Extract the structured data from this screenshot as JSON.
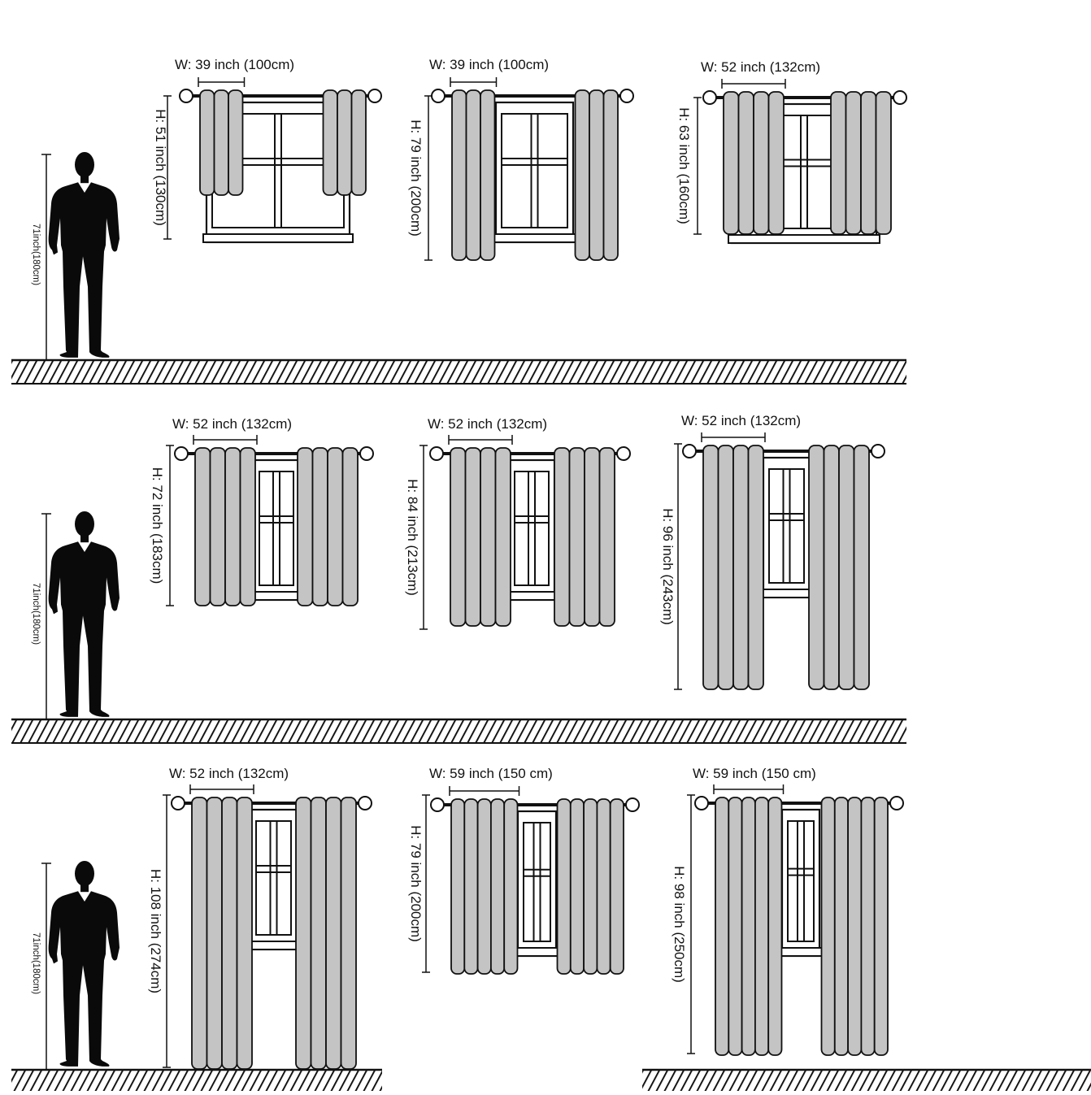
{
  "rows": [
    {
      "person_label": "71inch(180cm)",
      "items": [
        {
          "width_label": "W: 39 inch (100cm)",
          "height_label": "H: 51 inch (130cm)",
          "panels": 3
        },
        {
          "width_label": "W: 39 inch (100cm)",
          "height_label": "H: 79 inch (200cm)",
          "panels": 3
        },
        {
          "width_label": "W: 52 inch (132cm)",
          "height_label": "H: 63 inch (160cm)",
          "panels": 4
        }
      ]
    },
    {
      "person_label": "71inch(180cm)",
      "items": [
        {
          "width_label": "W: 52 inch (132cm)",
          "height_label": "H: 72 inch (183cm)",
          "panels": 4
        },
        {
          "width_label": "W: 52 inch (132cm)",
          "height_label": "H: 84 inch (213cm)",
          "panels": 4
        },
        {
          "width_label": "W: 52 inch (132cm)",
          "height_label": "H: 96 inch (243cm)",
          "panels": 4
        }
      ]
    },
    {
      "person_label": "71inch(180cm)",
      "items": [
        {
          "width_label": "W: 52 inch (132cm)",
          "height_label": "H: 108 inch (274cm)",
          "panels": 4
        },
        {
          "width_label": "W: 59 inch (150 cm)",
          "height_label": "H: 79 inch (200cm)",
          "panels": 5
        },
        {
          "width_label": "W: 59 inch (150 cm)",
          "height_label": "H: 98 inch (250cm)",
          "panels": 5
        }
      ]
    }
  ],
  "colors": {
    "curtain_fill": "#c4c4c4",
    "line": "#111111",
    "silhouette": "#0a0a0a",
    "background": "#ffffff"
  }
}
